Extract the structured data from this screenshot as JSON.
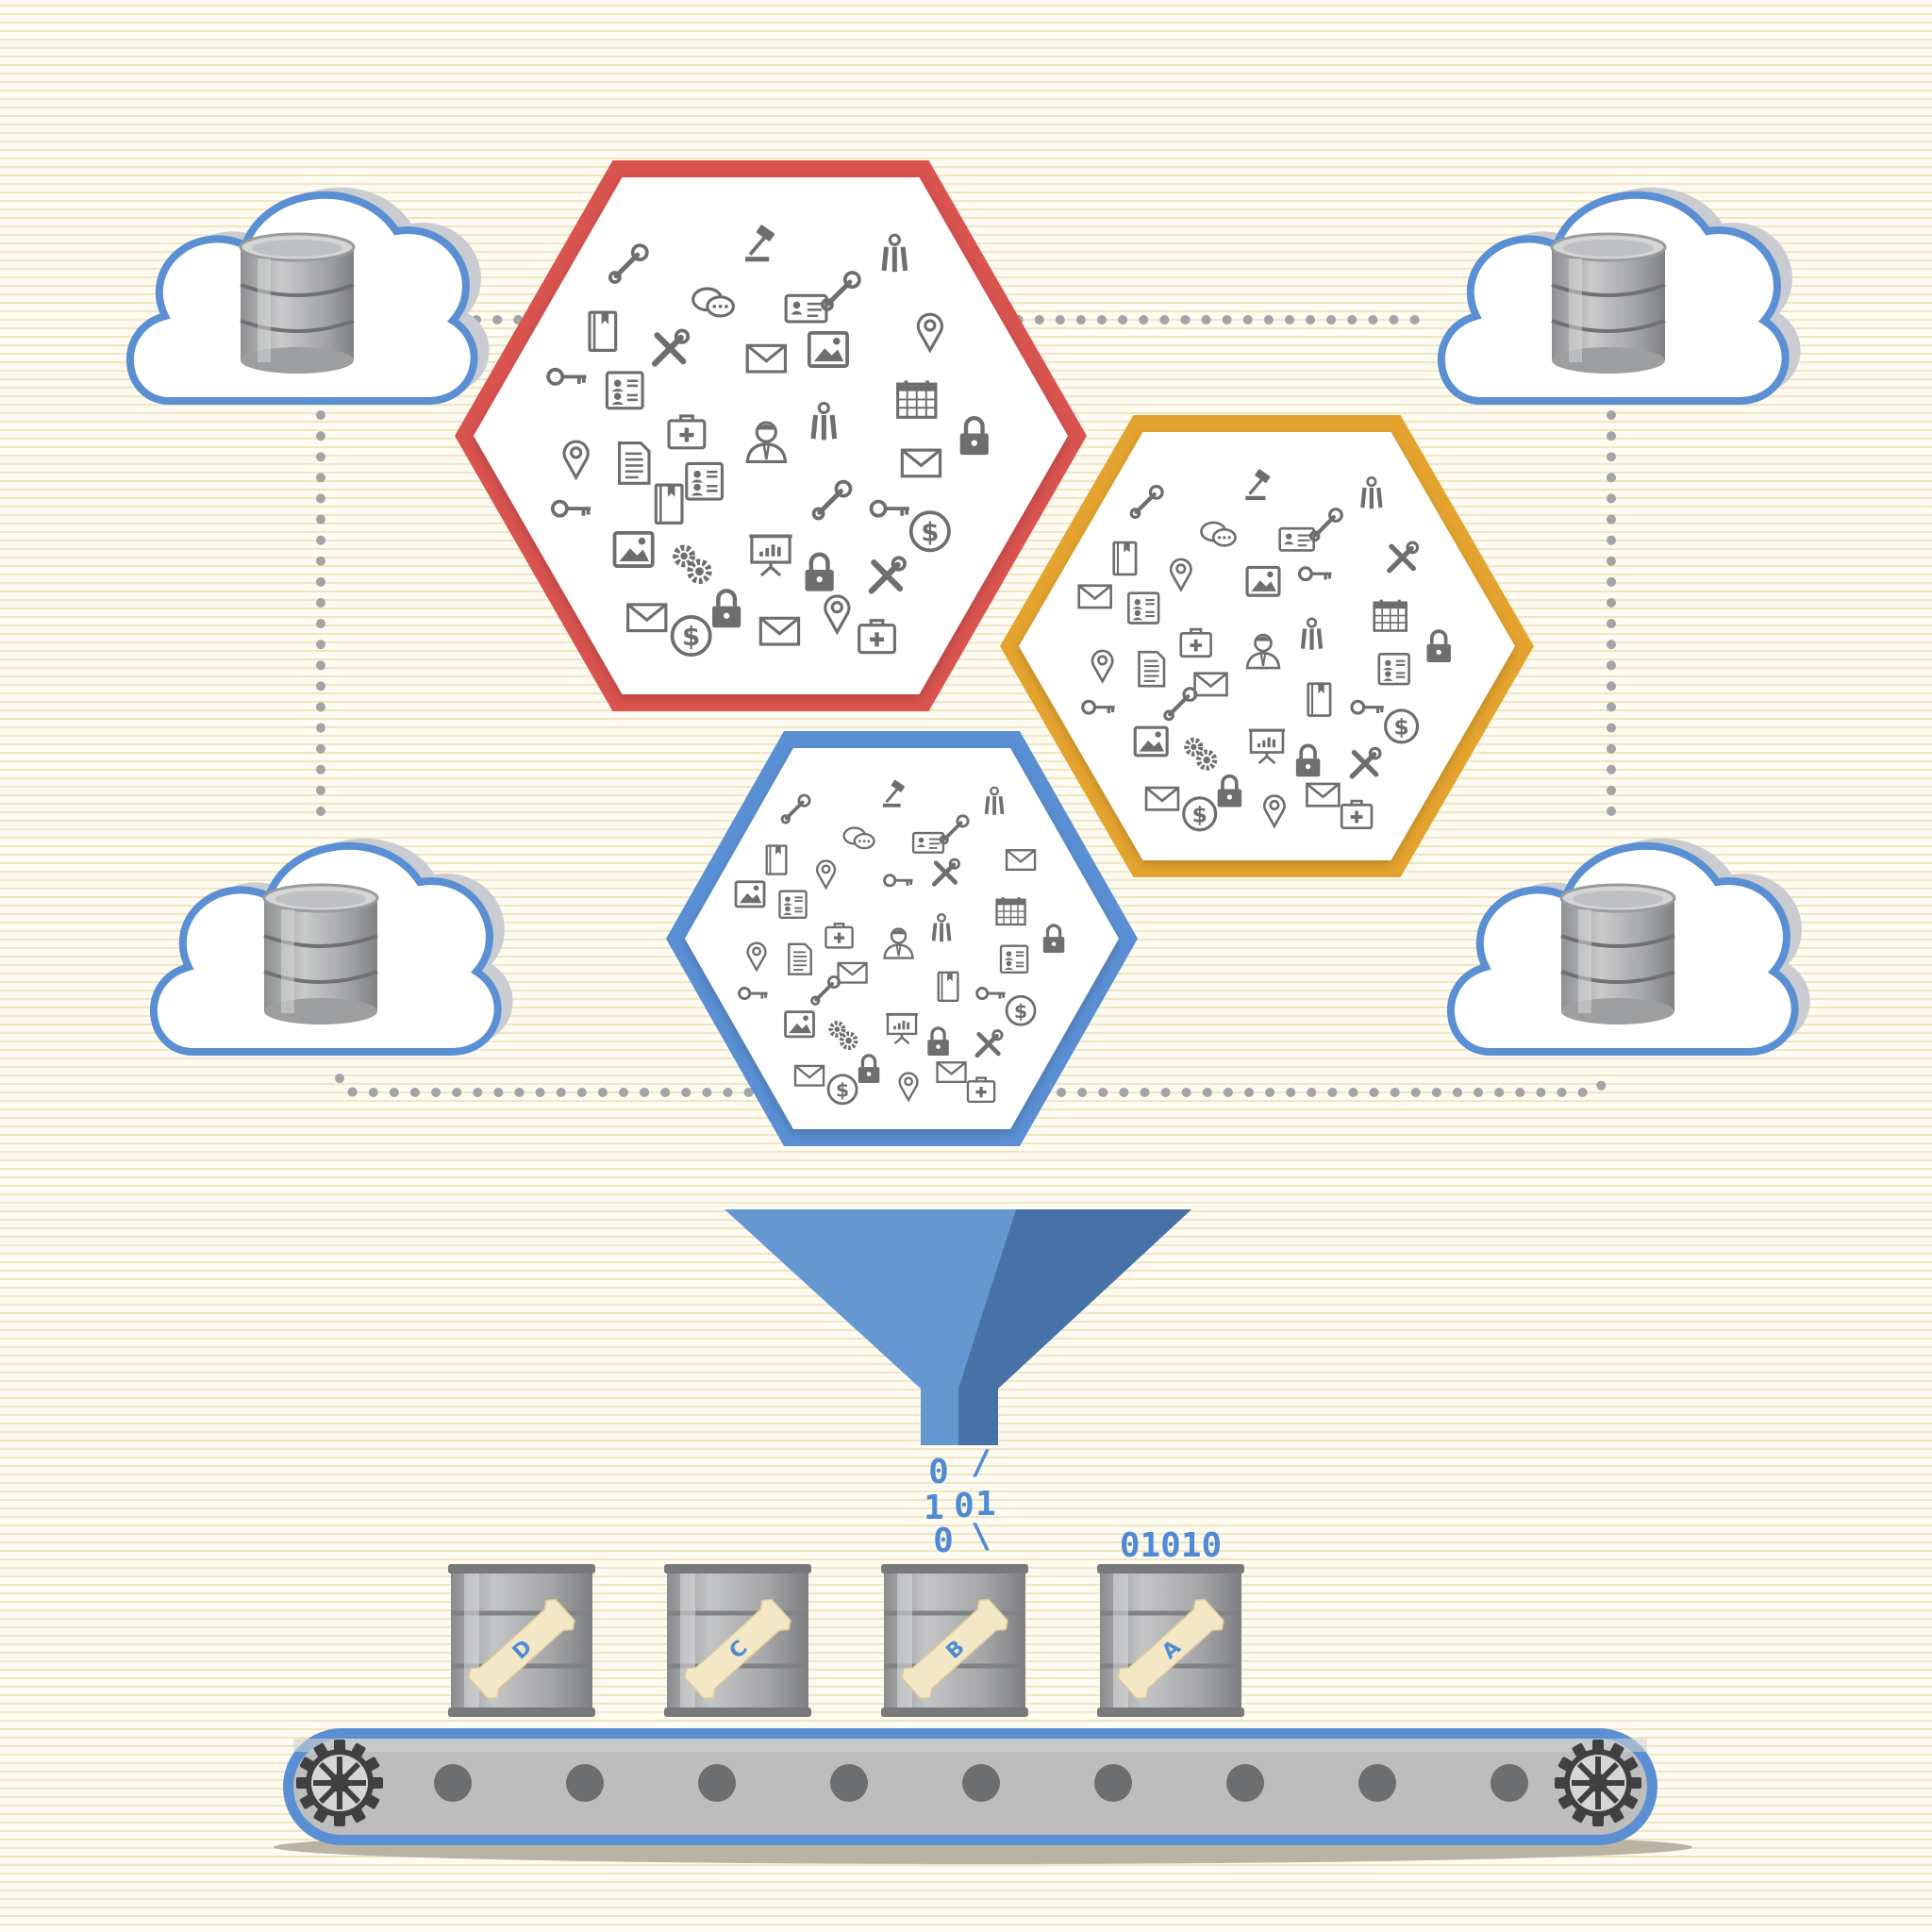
{
  "colors": {
    "background": "#fdfbf2",
    "stripe": "#f1e5c2",
    "red_hex": "#d9534f",
    "orange_hex": "#e4a32e",
    "blue_hex": "#5a8fd3",
    "cloud_stroke": "#5a8fd3",
    "funnel_light": "#6597d1",
    "funnel_dark": "#4672a8",
    "icon_gray": "#6d6e70",
    "barrel_gray": "#a8a9ab",
    "belt_gray": "#bdbdbe"
  },
  "hexagons": [
    {
      "name": "red",
      "icons": [
        "wrench",
        "gavel",
        "keys",
        "chat",
        "id-card",
        "wrench",
        "book",
        "tools",
        "mail",
        "picture",
        "pin",
        "key",
        "contact-card",
        "calendar",
        "first-aid",
        "person",
        "keys",
        "lock",
        "pin",
        "document",
        "wrench",
        "mail",
        "book",
        "contact-card",
        "key",
        "key",
        "dollar",
        "picture",
        "gears",
        "presentation",
        "lock",
        "tools",
        "mail",
        "dollar",
        "lock",
        "mail",
        "pin",
        "first-aid"
      ]
    },
    {
      "name": "orange",
      "icons": [
        "wrench",
        "gavel",
        "keys",
        "chat",
        "id-card",
        "wrench",
        "book",
        "pin",
        "picture",
        "key",
        "tools",
        "mail",
        "contact-card",
        "calendar",
        "first-aid",
        "person",
        "keys",
        "lock",
        "pin",
        "document",
        "book",
        "contact-card",
        "wrench",
        "mail",
        "key",
        "key",
        "dollar",
        "picture",
        "gears",
        "presentation",
        "lock",
        "tools",
        "mail",
        "dollar",
        "lock",
        "pin",
        "mail",
        "first-aid"
      ]
    },
    {
      "name": "blue",
      "icons": [
        "wrench",
        "gavel",
        "keys",
        "chat",
        "id-card",
        "wrench",
        "book",
        "pin",
        "key",
        "tools",
        "mail",
        "picture",
        "contact-card",
        "calendar",
        "first-aid",
        "person",
        "keys",
        "lock",
        "pin",
        "document",
        "book",
        "contact-card",
        "wrench",
        "mail",
        "key",
        "key",
        "dollar",
        "picture",
        "gears",
        "presentation",
        "lock",
        "tools",
        "mail",
        "dollar",
        "lock",
        "pin",
        "mail",
        "first-aid"
      ]
    }
  ],
  "clouds": [
    {
      "name": "top-left",
      "icon": "database-icon"
    },
    {
      "name": "top-right",
      "icon": "database-icon"
    },
    {
      "name": "bottom-left",
      "icon": "database-icon"
    },
    {
      "name": "bottom-right",
      "icon": "database-icon"
    }
  ],
  "binary_stream": [
    "0",
    "/",
    "1",
    "0",
    "1",
    "0",
    "\\"
  ],
  "barrel_overflow": "01010",
  "barrels": [
    {
      "label": "D"
    },
    {
      "label": "C"
    },
    {
      "label": "B"
    },
    {
      "label": "A"
    }
  ],
  "conveyor": {
    "roller_count": 9,
    "gear_icon": "gear-icon"
  }
}
